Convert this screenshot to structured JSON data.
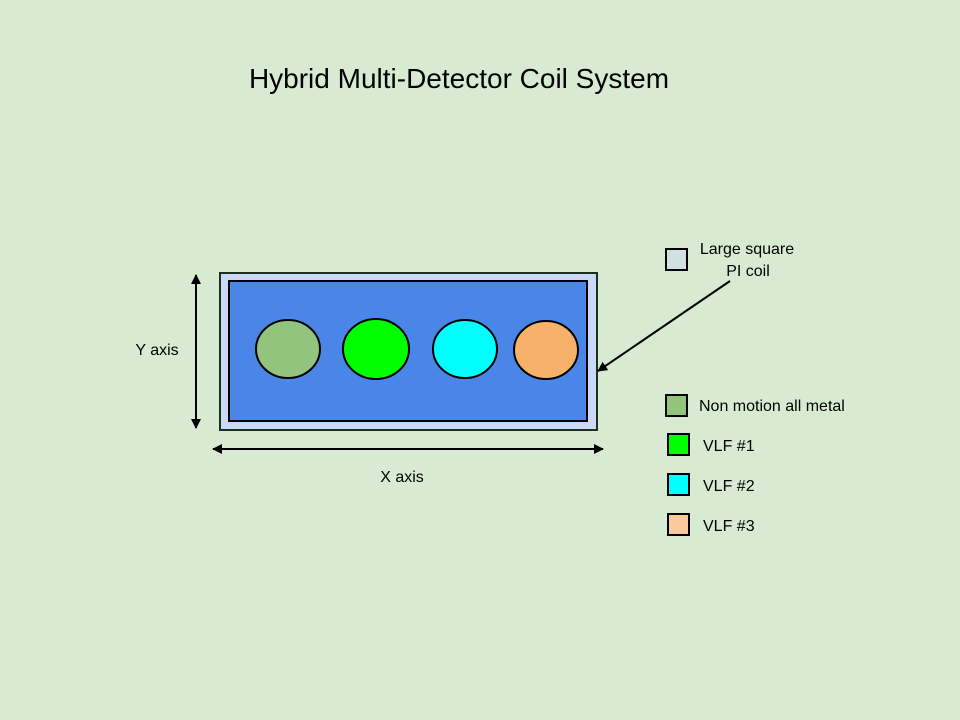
{
  "title": "Hybrid Multi-Detector Coil System",
  "axes": {
    "y_label": "Y axis",
    "x_label": "X axis"
  },
  "pi_coil": {
    "label_line1": "Large square",
    "label_line2": "PI coil",
    "color": "#c9daf8"
  },
  "legend": [
    {
      "label": "Non motion all metal",
      "color": "#93c47d"
    },
    {
      "label": "VLF #1",
      "color": "#00ff00"
    },
    {
      "label": "VLF #2",
      "color": "#00ffff"
    },
    {
      "label": "VLF #3",
      "color": "#f6b26b"
    }
  ],
  "colors": {
    "background": "#d9ead3",
    "coil_inner": "#4a86e8",
    "legend_pi": "#d0e0e3",
    "legend_vlf3": "#f9cb9c"
  }
}
